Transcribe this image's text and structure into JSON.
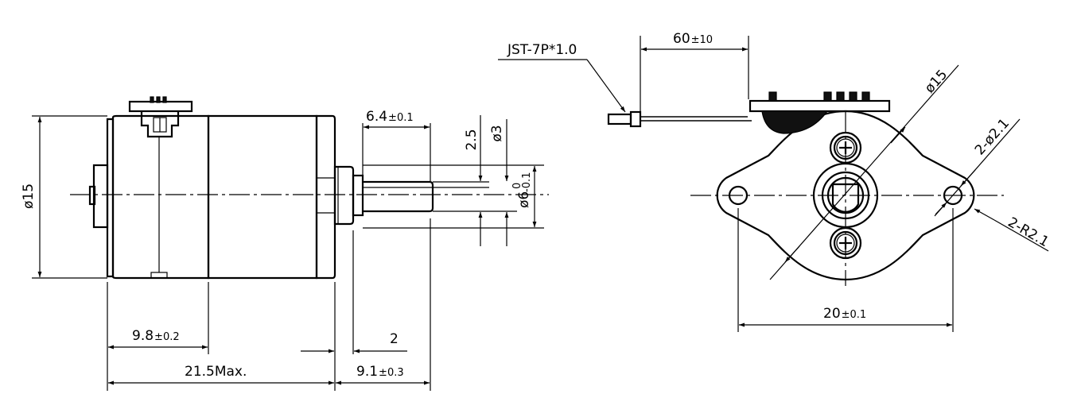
{
  "dimensions": {
    "shaft_length_6_4": {
      "main": "6.4",
      "tol": "±0.1"
    },
    "flat_depth": "2.5",
    "shaft_dia_3": "ø3",
    "shaft_dia_6": {
      "main": "ø6",
      "tol_upper": "0",
      "tol_lower": "-0.1"
    },
    "body_dia": "ø15",
    "len_9_8": {
      "main": "9.8",
      "tol": "±0.2"
    },
    "len_2": "2",
    "len_21_5": "21.5Max.",
    "len_9_1": {
      "main": "9.1",
      "tol": "±0.3"
    },
    "connector": "JST-7P*1.0",
    "lead_60": {
      "main": "60",
      "tol": "±10"
    },
    "flange_dia": "ø15",
    "holes": "2-ø2.1",
    "radius": "2-R2.1",
    "hole_pitch": {
      "main": "20",
      "tol": "±0.1"
    }
  }
}
